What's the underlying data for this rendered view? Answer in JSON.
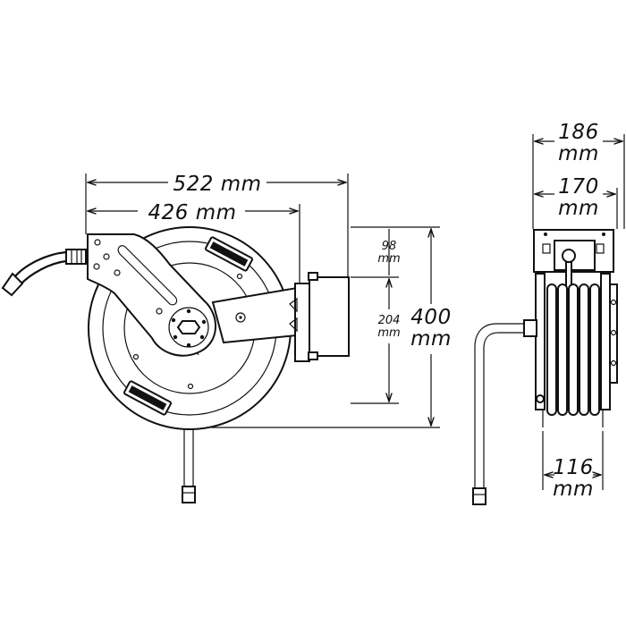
{
  "dimensions": {
    "width_overall": "522 mm",
    "width_arm": "426 mm",
    "offset_top": {
      "value": "98",
      "unit": "mm"
    },
    "bracket_height": {
      "value": "204",
      "unit": "mm"
    },
    "height_overall": {
      "value": "400",
      "unit": "mm"
    },
    "depth_outer": {
      "value": "186",
      "unit": "mm"
    },
    "depth_inner": {
      "value": "170",
      "unit": "mm"
    },
    "depth_base": {
      "value": "116",
      "unit": "mm"
    }
  },
  "colors": {
    "line": "#111111",
    "background": "#ffffff"
  }
}
